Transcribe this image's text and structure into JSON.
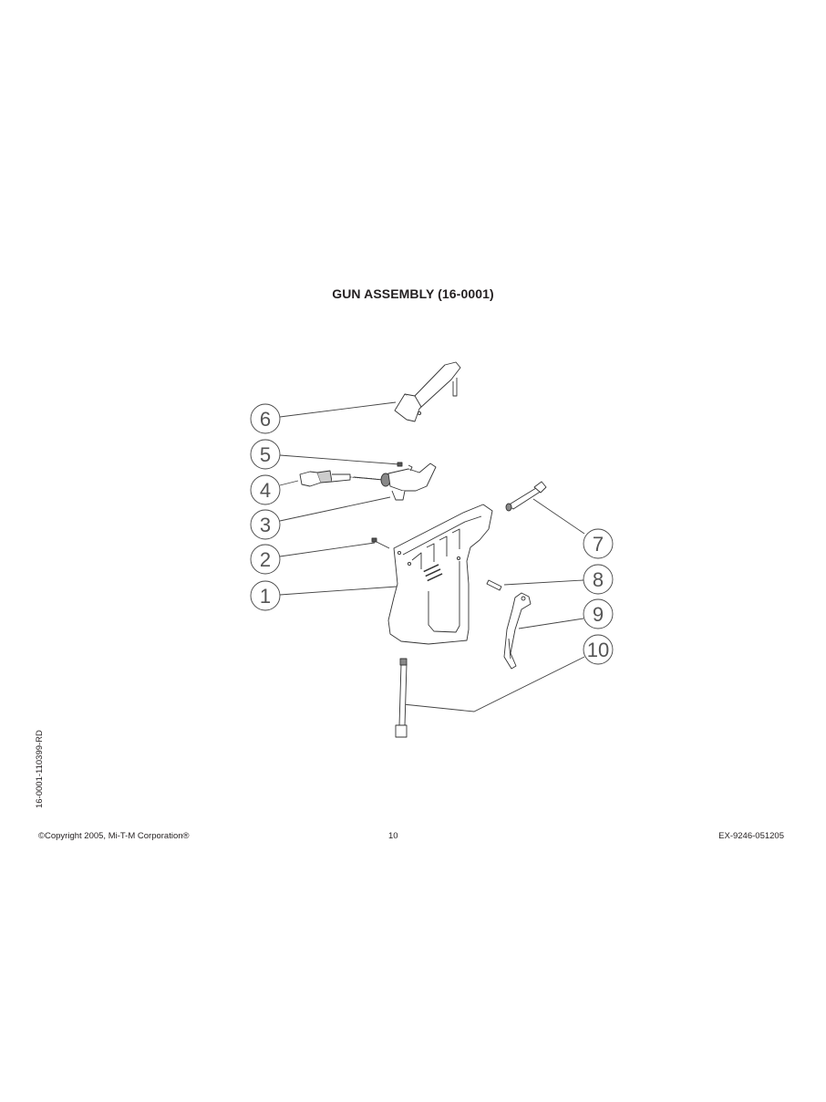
{
  "page": {
    "title": "GUN ASSEMBLY (16-0001)",
    "side_code": "16-0001-110399-RD",
    "footer": {
      "copyright": "©Copyright  2005, Mi-T-M Corporation®",
      "page_number": "10",
      "doc_code": "EX-9246-051205"
    }
  },
  "diagram": {
    "callouts": [
      {
        "number": "1",
        "part": "gun-body"
      },
      {
        "number": "2",
        "part": "screw"
      },
      {
        "number": "3",
        "part": "valve-body"
      },
      {
        "number": "4",
        "part": "valve-stem-assembly"
      },
      {
        "number": "5",
        "part": "set-screw"
      },
      {
        "number": "6",
        "part": "trigger-guard-cover"
      },
      {
        "number": "7",
        "part": "outlet-tube"
      },
      {
        "number": "8",
        "part": "pin"
      },
      {
        "number": "9",
        "part": "trigger"
      },
      {
        "number": "10",
        "part": "inlet-tube"
      }
    ]
  }
}
